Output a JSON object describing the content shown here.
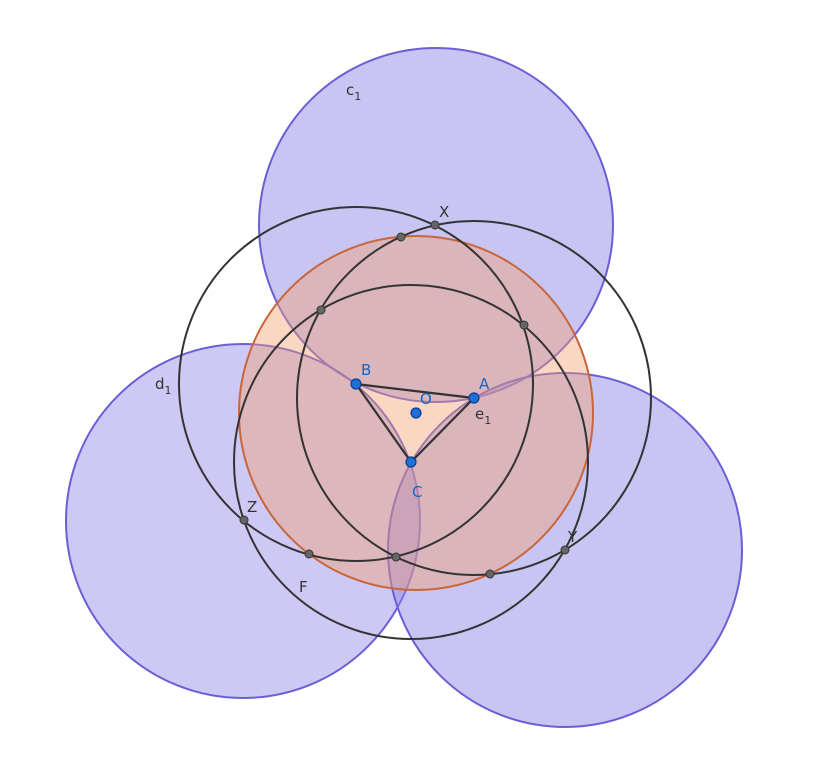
{
  "figure": {
    "labels": {
      "c1": {
        "main": "c",
        "sub": "1"
      },
      "d1": {
        "main": "d",
        "sub": "1"
      },
      "e1": {
        "main": "e",
        "sub": "1"
      },
      "A": "A",
      "B": "B",
      "C": "C",
      "O": "O",
      "X": "X",
      "Y": "Y",
      "Z": "Z",
      "F": "F"
    },
    "colors": {
      "purple_fill": "#8e85e6",
      "purple_stroke": "#6b5fd6",
      "orange_fill": "#f2a06d",
      "orange_stroke": "#c8663b",
      "black_stroke": "#333333",
      "point_blue": "#1565c0",
      "point_gray": "#555555"
    }
  }
}
